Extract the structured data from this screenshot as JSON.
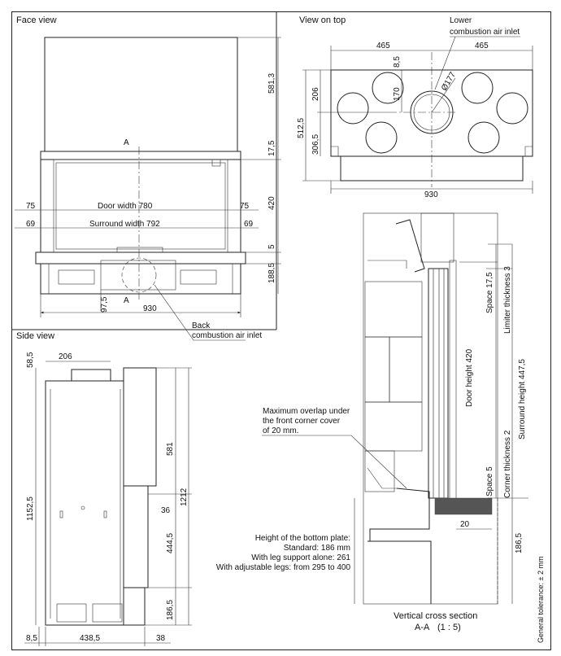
{
  "views": {
    "face_title": "Face view",
    "top_title": "View on top",
    "side_title": "Side view",
    "section_title": "Vertical cross section",
    "section_ref": "A-A",
    "section_scale": "(1 : 5)",
    "tolerance": "General tolerance: ± 2 mm"
  },
  "labels": {
    "lower_inlet_1": "Lower",
    "lower_inlet_2": "combustion air inlet",
    "back_inlet_1": "Back",
    "back_inlet_2": "combustion air inlet",
    "section_mark": "A",
    "door_width": "Door width 780",
    "surround_width": "Surround width  792",
    "overlap_1": "Maximum overlap under",
    "overlap_2": "the front corner cover",
    "overlap_3": "of 20 mm.",
    "bottom_plate_1": "Height of the bottom plate:",
    "bottom_plate_2": "Standard: 186 mm",
    "bottom_plate_3": "With leg support alone: 261",
    "bottom_plate_4": "With adjustable legs: from 295 to 400",
    "door_height": "Door height 420",
    "surround_height": "Surround height 447,5",
    "space_175": "Space 17,5",
    "limiter": "Limiter thickness 3",
    "corner": "Corner thickness 2",
    "space_5": "Space 5"
  },
  "dims": {
    "face": {
      "d581": "581,3",
      "d175": "17,5",
      "d420": "420",
      "d5": "5",
      "d1885": "188,5",
      "d75a": "75",
      "d75b": "75",
      "d69a": "69",
      "d69b": "69",
      "d975": "97,5",
      "d930": "930"
    },
    "top": {
      "d465a": "465",
      "d465b": "465",
      "d85": "8,5",
      "d170": "170",
      "d177": "Ø177",
      "d206": "206",
      "d5125": "512,5",
      "d3065": "306,5",
      "d930": "930"
    },
    "side": {
      "d585": "58,5",
      "d206": "206",
      "d11525": "1152,5",
      "d581": "581",
      "d1212": "1212",
      "d36": "36",
      "d4445": "444,5",
      "d1865": "186,5",
      "d85": "8,5",
      "d4385": "438,5",
      "d38": "38"
    },
    "section": {
      "d20": "20",
      "d1865": "186,5"
    }
  }
}
